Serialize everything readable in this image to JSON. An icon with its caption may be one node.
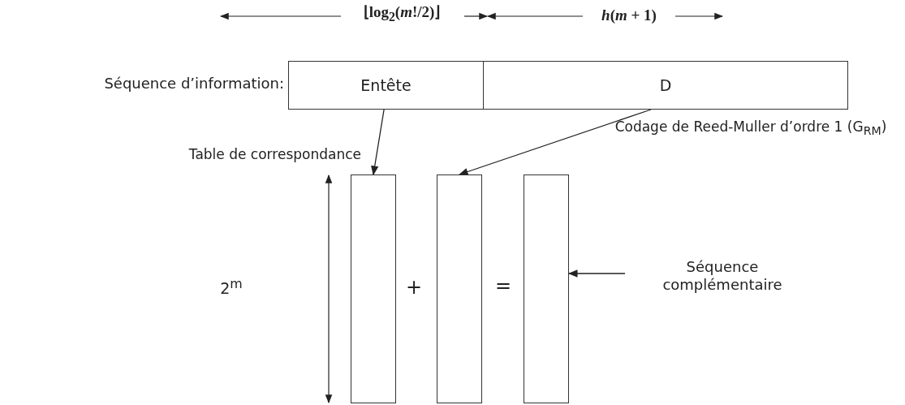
{
  "diagram": {
    "nodes": [
      {
        "text": [
          "Entête"
        ]
      },
      {
        "text": [
          "D"
        ]
      },
      {
        "text": [],
        "shape": "bar"
      },
      {
        "text": [],
        "shape": "bar"
      },
      {
        "text": [],
        "shape": "bar"
      },
      {
        "text": [
          "Séquence complémentaire"
        ]
      }
    ],
    "edges": [
      {
        "from": 0,
        "to": 2,
        "arrow": "to",
        "label": "Table de correspondance"
      },
      {
        "from": 1,
        "to": 3,
        "arrow": "to",
        "label": "Codage de Reed-Muller d’ordre 1 (G$_{RM}$)"
      },
      {
        "from": 5,
        "to": 4,
        "arrow": "to"
      }
    ],
    "labels": [
      "⌊log$_{2}$(*m*!/2)⌋",
      "*h*(*m* + 1)",
      "Séquence d’information:",
      "2$^{m}$",
      "+",
      "="
    ]
  }
}
